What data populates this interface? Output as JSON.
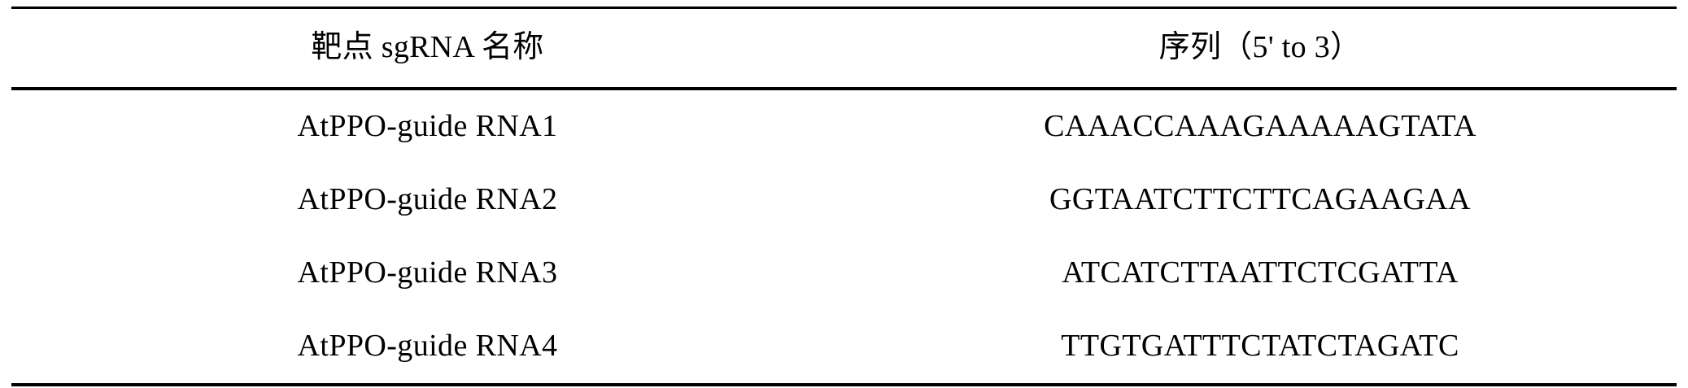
{
  "table": {
    "columns": [
      {
        "key": "name",
        "header": "靶点 sgRNA 名称"
      },
      {
        "key": "sequence",
        "header": "序列（5' to 3）"
      }
    ],
    "rows": [
      {
        "name": "AtPPO-guide RNA1",
        "sequence": "CAAACCAAAGAAAAAGTATA"
      },
      {
        "name": "AtPPO-guide RNA2",
        "sequence": "GGTAATCTTCTTCAGAAGAA"
      },
      {
        "name": "AtPPO-guide RNA3",
        "sequence": "ATCATCTTAATTCTCGATTA"
      },
      {
        "name": "AtPPO-guide RNA4",
        "sequence": "TTGTGATTTCTATCTAGATC"
      }
    ]
  },
  "style": {
    "text_color": "#000000",
    "rule_color": "#000000",
    "background": "#ffffff"
  }
}
